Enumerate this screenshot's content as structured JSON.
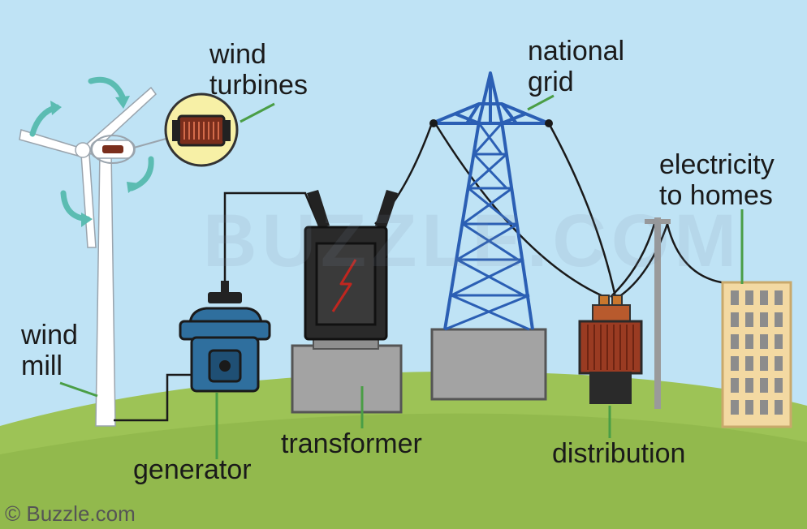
{
  "labels": {
    "wind_turbines": [
      "wind",
      "turbines"
    ],
    "national_grid": [
      "national",
      "grid"
    ],
    "electricity_to_homes": [
      "electricity",
      "to homes"
    ],
    "wind_mill": [
      "wind",
      "mill"
    ],
    "generator": "generator",
    "transformer": "transformer",
    "distribution": "distribution"
  },
  "credit": "© Buzzle.com",
  "watermark": "BUZZLE.COM",
  "colors": {
    "sky": "#bfe3f5",
    "ground": "#9dc356",
    "tower": "#2b5fb4",
    "generator": "#2f6f9e",
    "transformer": "#2a2a2a",
    "spark": "#c0261f",
    "distribution": "#9a3b22",
    "building": "#f3d9a2",
    "arrows": "#5bbcb2",
    "leader_lines": "#4a9e46"
  },
  "icons": [
    "rotation-arrow-icon",
    "lightning-bolt-icon"
  ]
}
